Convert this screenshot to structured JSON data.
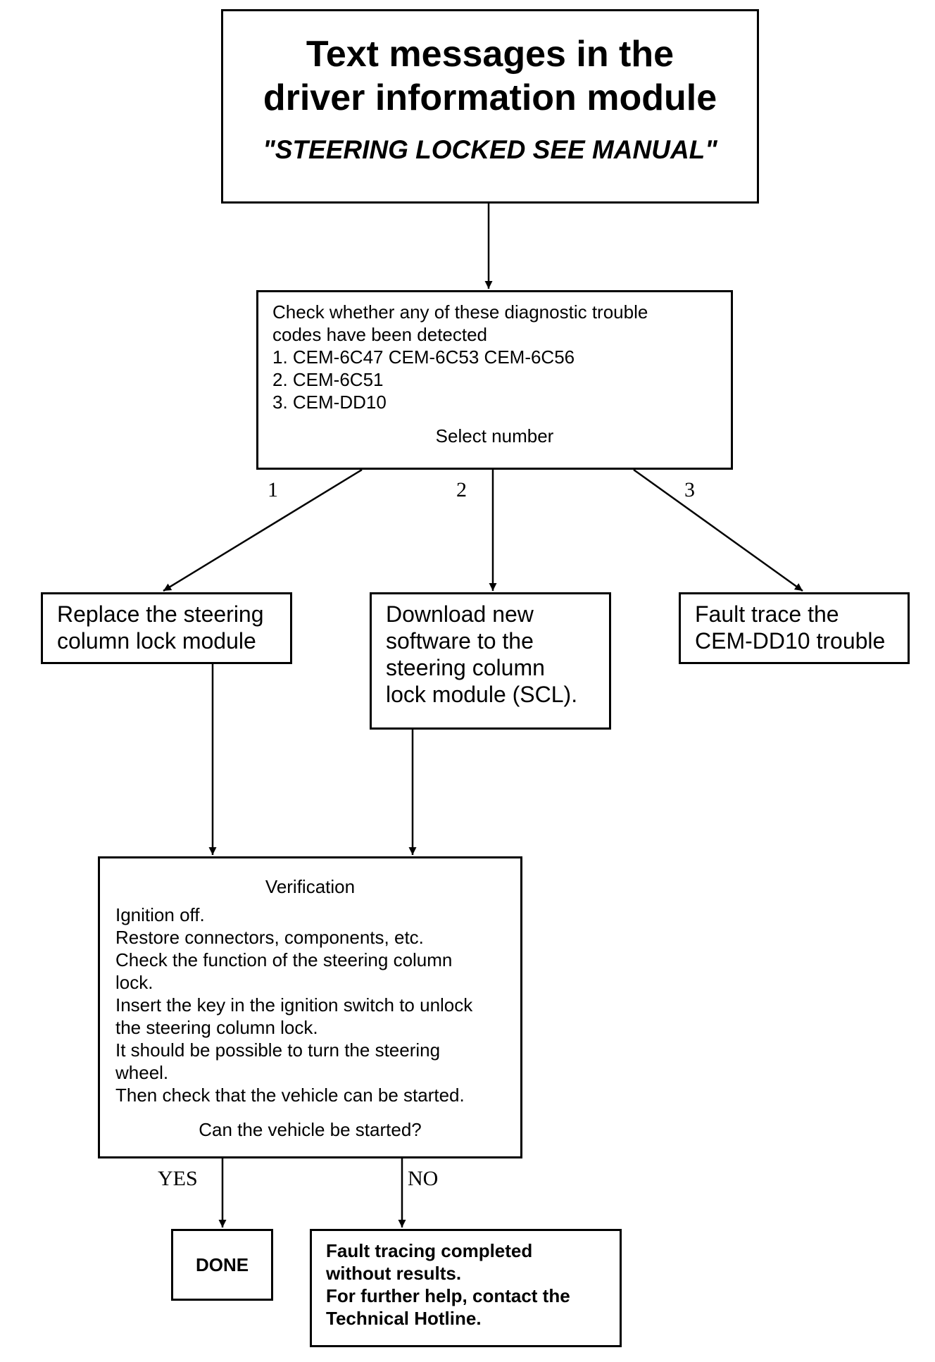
{
  "title": {
    "line1": "Text messages in the",
    "line2": "driver information module",
    "message": "\"STEERING LOCKED SEE MANUAL\""
  },
  "check": {
    "lines": [
      "Check whether any of these diagnostic trouble",
      "codes have been detected",
      "1. CEM-6C47 CEM-6C53 CEM-6C56",
      "2. CEM-6C51",
      "3. CEM-DD10"
    ],
    "prompt": "Select number"
  },
  "branches": {
    "one": "1",
    "two": "2",
    "three": "3"
  },
  "replace": {
    "lines": [
      "Replace the steering",
      "column lock module"
    ]
  },
  "download": {
    "lines": [
      "Download new",
      "software to the",
      "steering column",
      "lock module (SCL)."
    ]
  },
  "fault_trace": {
    "lines": [
      "Fault trace the",
      "CEM-DD10 trouble"
    ]
  },
  "verification": {
    "heading": "Verification",
    "lines": [
      "Ignition off.",
      "Restore connectors, components, etc.",
      "Check the function of the steering column",
      "lock.",
      "Insert the key in the ignition switch to unlock",
      "the steering column lock.",
      "It should be possible to turn the steering",
      "wheel.",
      "Then check that the vehicle can be started."
    ],
    "question": "Can the vehicle be started?"
  },
  "outcomes": {
    "yes_label": "YES",
    "no_label": "NO",
    "done": "DONE",
    "no_result_lines": [
      "Fault tracing completed",
      "without results.",
      "For further help, contact the",
      "Technical Hotline."
    ]
  }
}
